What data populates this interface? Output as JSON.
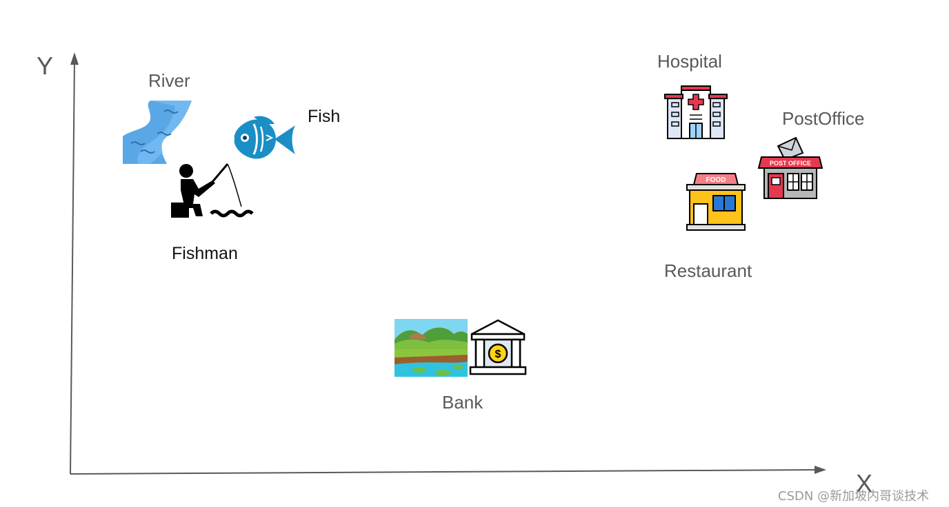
{
  "axes": {
    "x_label": "X",
    "y_label": "Y"
  },
  "labels": {
    "river": "River",
    "fish": "Fish",
    "fishman": "Fishman",
    "bank": "Bank",
    "hospital": "Hospital",
    "postoffice": "PostOffice",
    "restaurant": "Restaurant"
  },
  "icons": {
    "river": "river-icon",
    "fish": "fish-icon",
    "fishman": "fisherman-icon",
    "riverbank_scene": "riverbank-scene-icon",
    "bank": "bank-building-icon",
    "hospital": "hospital-icon",
    "postoffice": "post-office-icon",
    "restaurant": "restaurant-icon"
  },
  "icon_text": {
    "post_office_sign": "POST OFFICE",
    "restaurant_sign": "FOOD"
  },
  "colors": {
    "axis": "#595959",
    "river_blue": "#5aa7e6",
    "fish_blue": "#1a8fc6",
    "hospital_red": "#e53950",
    "postoffice_red": "#e53950",
    "restaurant_yellow": "#ffc21a",
    "restaurant_roof": "#f47f86"
  },
  "watermark": "CSDN @新加坡内哥谈技术"
}
